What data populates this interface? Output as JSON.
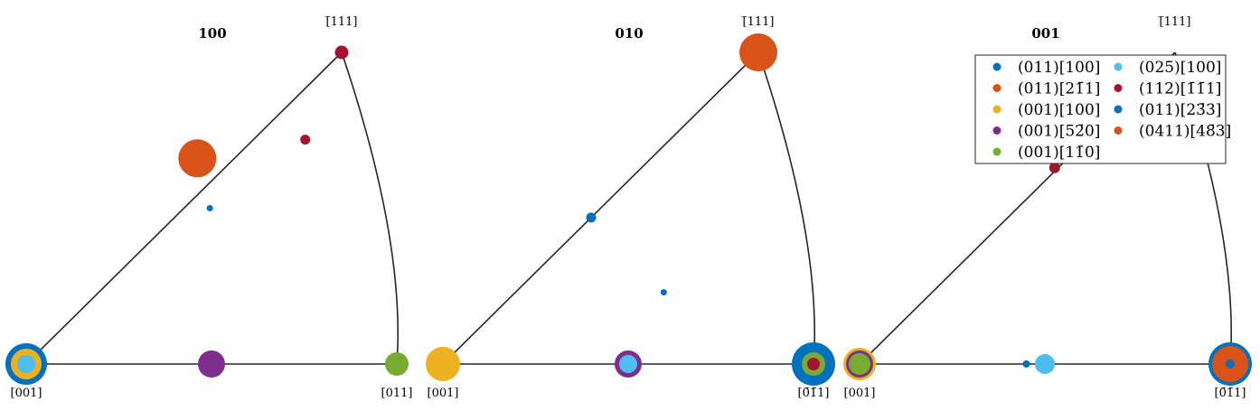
{
  "colors": {
    "blue": "#0072BD",
    "orange": "#D95319",
    "yellow": "#EDB120",
    "purple": "#7E2F8E",
    "green": "#77AC30",
    "lightblue": "#4DBEEE",
    "red": "#A2142F"
  },
  "chart_data": [
    {
      "type": "scatter",
      "title": "100",
      "corner_labels": {
        "c001": "[001]",
        "c011": "[011]",
        "c111": "[̅111]"
      },
      "points": [
        {
          "series": 0,
          "u": 0.0,
          "v": 0.0,
          "size": 46
        },
        {
          "series": 2,
          "u": 0.0,
          "v": 0.0,
          "size": 34
        },
        {
          "series": 5,
          "u": 0.0,
          "v": 0.0,
          "size": 20
        },
        {
          "series": 3,
          "u": 0.5,
          "v": 0.0,
          "size": 30
        },
        {
          "series": 4,
          "u": 1.0,
          "v": 0.0,
          "size": 26
        },
        {
          "series": 1,
          "u": 0.56,
          "v": 0.66,
          "size": 42
        },
        {
          "series": 7,
          "u": 0.57,
          "v": 0.5,
          "size": 7
        },
        {
          "series": 6,
          "u": 0.86,
          "v": 0.72,
          "size": 11
        },
        {
          "series": 6,
          "u": 1.0,
          "v": 1.0,
          "size": 15
        }
      ]
    },
    {
      "type": "scatter",
      "title": "010",
      "corner_labels": {
        "c001": "[001]",
        "c011": "[0̄1̄1]",
        "c111": "[̅111]"
      },
      "points": [
        {
          "series": 2,
          "u": 0.0,
          "v": 0.0,
          "size": 38
        },
        {
          "series": 3,
          "u": 0.5,
          "v": 0.0,
          "size": 30
        },
        {
          "series": 5,
          "u": 0.5,
          "v": 0.0,
          "size": 20
        },
        {
          "series": 0,
          "u": 1.0,
          "v": 0.0,
          "size": 48
        },
        {
          "series": 4,
          "u": 1.0,
          "v": 0.0,
          "size": 26
        },
        {
          "series": 6,
          "u": 1.0,
          "v": 0.0,
          "size": 14
        },
        {
          "series": 0,
          "u": 0.47,
          "v": 0.47,
          "size": 11
        },
        {
          "series": 7,
          "u": 0.63,
          "v": 0.23,
          "size": 7
        },
        {
          "series": 1,
          "u": 1.0,
          "v": 1.0,
          "size": 42
        }
      ]
    },
    {
      "type": "scatter",
      "title": "001",
      "corner_labels": {
        "c001": "[001]",
        "c011": "[0̄1̄1]",
        "c111": "[̅111]"
      },
      "points": [
        {
          "series": 2,
          "u": 0.0,
          "v": 0.0,
          "size": 36
        },
        {
          "series": 3,
          "u": 0.0,
          "v": 0.0,
          "size": 30
        },
        {
          "series": 4,
          "u": 0.0,
          "v": 0.0,
          "size": 24
        },
        {
          "series": 7,
          "u": 0.45,
          "v": 0.0,
          "size": 8
        },
        {
          "series": 5,
          "u": 0.5,
          "v": 0.0,
          "size": 22
        },
        {
          "series": 0,
          "u": 1.0,
          "v": 0.0,
          "size": 48
        },
        {
          "series": 1,
          "u": 1.0,
          "v": 0.0,
          "size": 40
        },
        {
          "series": 0,
          "u": 1.0,
          "v": 0.0,
          "size": 10
        },
        {
          "series": 6,
          "u": 0.62,
          "v": 0.63,
          "size": 12
        }
      ]
    }
  ],
  "legend": {
    "position": "top-right",
    "entries": [
      {
        "label": "(011)[100]",
        "color": "#0072BD"
      },
      {
        "label": "(011)[21̄1]",
        "color": "#D95319"
      },
      {
        "label": "(001)[100]",
        "color": "#EDB120"
      },
      {
        "label": "(001)[52̄0]",
        "color": "#7E2F8E"
      },
      {
        "label": "(001)[11̄0]",
        "color": "#77AC30"
      },
      {
        "label": "(025)[100]",
        "color": "#4DBEEE"
      },
      {
        "label": "(112)[1̄1̄1]",
        "color": "#A2142F"
      },
      {
        "label": "(011)[23̄3]",
        "color": "#0072BD"
      },
      {
        "label": "(0411)[48̄3]",
        "color": "#D95319"
      }
    ]
  }
}
